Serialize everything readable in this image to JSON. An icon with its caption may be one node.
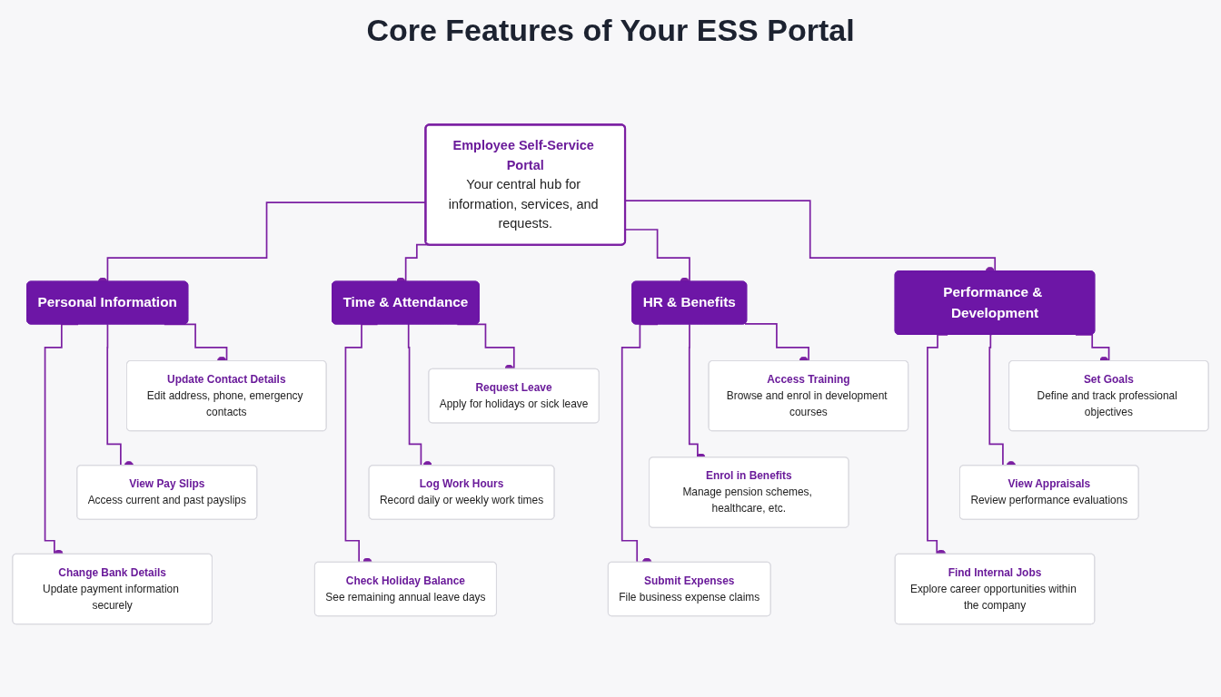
{
  "diagram": {
    "title": "Core Features of Your ESS Portal",
    "nodes": [
      {
        "text": [
          "Employee Self-Service Portal",
          "Your central hub for information, services, and requests."
        ]
      },
      {
        "text": [
          "Personal Information"
        ]
      },
      {
        "text": [
          "Update Contact Details",
          "Edit address, phone, emergency contacts"
        ]
      },
      {
        "text": [
          "View Pay Slips",
          "Access current and past payslips"
        ]
      },
      {
        "text": [
          "Change Bank Details",
          "Update payment information securely"
        ]
      },
      {
        "text": [
          "Time & Attendance"
        ]
      },
      {
        "text": [
          "Request Leave",
          "Apply for holidays or sick leave"
        ]
      },
      {
        "text": [
          "Log Work Hours",
          "Record daily or weekly work times"
        ]
      },
      {
        "text": [
          "Check Holiday Balance",
          "See remaining annual leave days"
        ]
      },
      {
        "text": [
          "HR & Benefits"
        ]
      },
      {
        "text": [
          "Access Training",
          "Browse and enrol in development courses"
        ]
      },
      {
        "text": [
          "Enrol in Benefits",
          "Manage pension schemes, healthcare, etc."
        ]
      },
      {
        "text": [
          "Submit Expenses",
          "File business expense claims"
        ]
      },
      {
        "text": [
          "Performance & Development"
        ]
      },
      {
        "text": [
          "Set Goals",
          "Define and track professional objectives"
        ]
      },
      {
        "text": [
          "View Appraisals",
          "Review performance evaluations"
        ]
      },
      {
        "text": [
          "Find Internal Jobs",
          "Explore career opportunities within the company"
        ]
      }
    ],
    "edges": [
      {
        "from": 0,
        "to": 1,
        "arrow": "other"
      },
      {
        "from": 0,
        "to": 5,
        "arrow": "other"
      },
      {
        "from": 0,
        "to": 9,
        "arrow": "other"
      },
      {
        "from": 0,
        "to": 13,
        "arrow": "other"
      },
      {
        "from": 1,
        "to": 2,
        "arrow": "other"
      },
      {
        "from": 1,
        "to": 3,
        "arrow": "other"
      },
      {
        "from": 1,
        "to": 4,
        "arrow": "other"
      },
      {
        "from": 5,
        "to": 6,
        "arrow": "other"
      },
      {
        "from": 5,
        "to": 7,
        "arrow": "other"
      },
      {
        "from": 5,
        "to": 8,
        "arrow": "other"
      },
      {
        "from": 9,
        "to": 10,
        "arrow": "other"
      },
      {
        "from": 9,
        "to": 11,
        "arrow": "other"
      },
      {
        "from": 9,
        "to": 12,
        "arrow": "other"
      },
      {
        "from": 13,
        "to": 14,
        "arrow": "other"
      },
      {
        "from": 13,
        "to": 15,
        "arrow": "other"
      },
      {
        "from": 13,
        "to": 16,
        "arrow": "other"
      }
    ]
  }
}
